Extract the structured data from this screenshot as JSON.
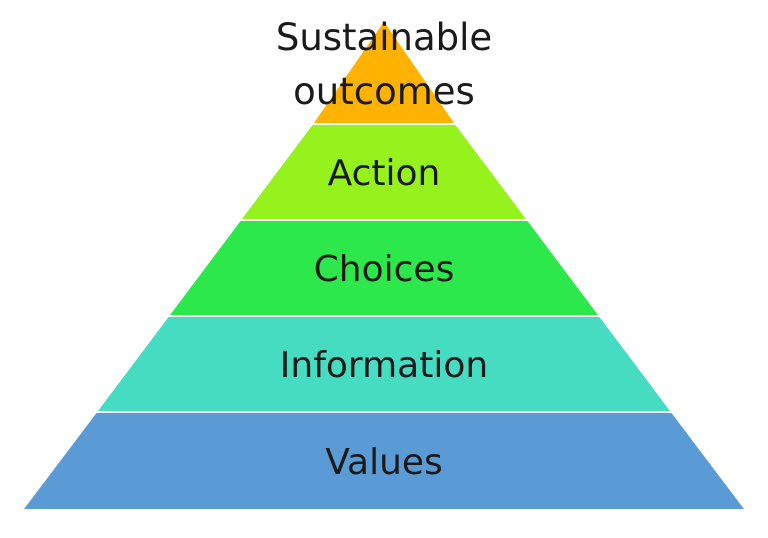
{
  "diagram": {
    "type": "pyramid",
    "tiers": [
      {
        "label_lines": [
          "Sustainable",
          "outcomes"
        ],
        "color": "#FFB300"
      },
      {
        "label_lines": [
          "Action"
        ],
        "color": "#96F21D"
      },
      {
        "label_lines": [
          "Choices"
        ],
        "color": "#2DE84A"
      },
      {
        "label_lines": [
          "Information"
        ],
        "color": "#45DCC2"
      },
      {
        "label_lines": [
          "Values"
        ],
        "color": "#5B9BD5"
      }
    ]
  }
}
